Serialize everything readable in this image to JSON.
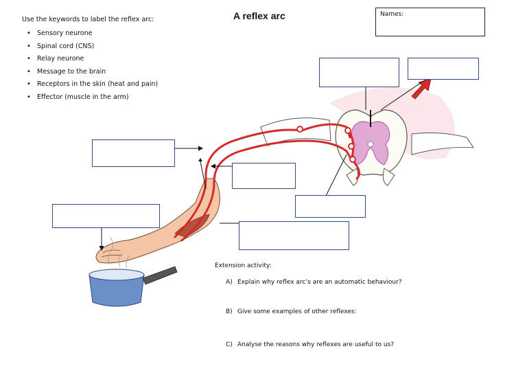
{
  "instructions": {
    "intro": "Use the keywords to label the reflex arc:",
    "keywords": [
      "Sensory neurone",
      "Spinal cord (CNS)",
      "Relay neurone",
      "Message to the brain",
      "Receptors in the skin (heat and pain)",
      "Effector (muscle in the arm)"
    ]
  },
  "title": "A reflex arc",
  "names_label": "Names:",
  "extension": {
    "heading": "Extension activity:",
    "questions": [
      {
        "letter": "A)",
        "text": "Explain why reflex arc’s are an automatic behaviour?"
      },
      {
        "letter": "B)",
        "text": "Give some examples of other reflexes:"
      },
      {
        "letter": "C)",
        "text": "Analyse the reasons why reflexes are useful to us?"
      }
    ]
  },
  "colors": {
    "nerve": "#d42a2a",
    "label_border": "#2f4f7f",
    "spinal_grey": "#e2a8d6",
    "pan": "#6b8fc8"
  }
}
